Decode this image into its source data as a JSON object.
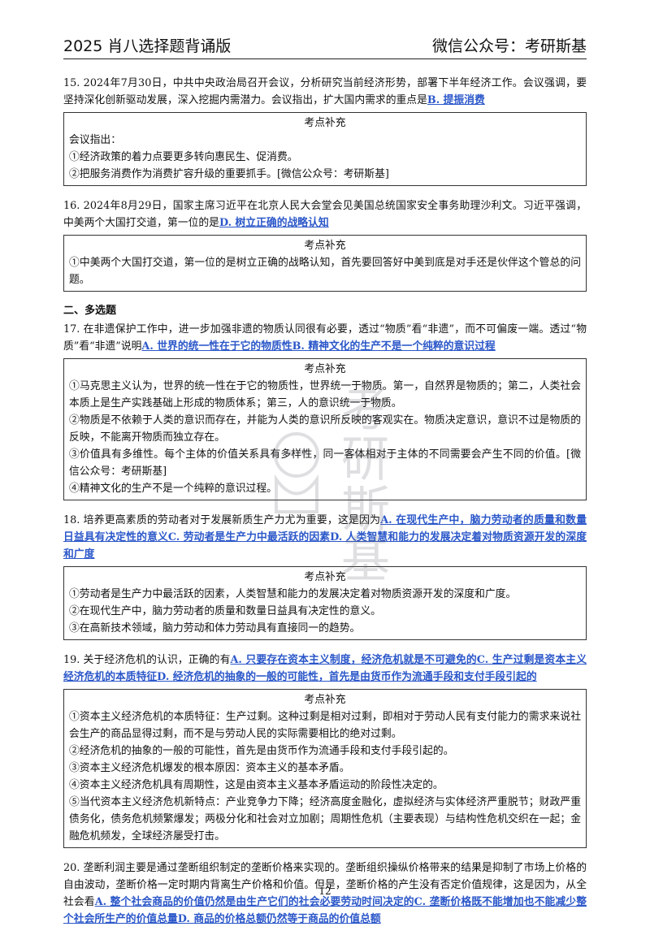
{
  "header": {
    "left": "2025 肖八选择题背诵版",
    "right": "微信公众号：考研斯基"
  },
  "questions": [
    {
      "text": "15. 2024年7月30日，中共中央政治局召开会议，分析研究当前经济形势，部署下半年经济工作。会议强调，要坚持深化创新驱动发展，深入挖掘内需潜力。会议指出，扩大国内需求的重点是",
      "answer": "B. 提振消费",
      "box_title": "考点补充",
      "box_lines": [
        "会议指出：",
        "①经济政策的着力点要更多转向惠民生、促消费。",
        "②把服务消费作为消费扩容升级的重要抓手。[微信公众号：考研斯基]"
      ]
    },
    {
      "text": "16. 2024年8月29日，国家主席习近平在北京人民大会堂会见美国总统国家安全事务助理沙利文。习近平强调，中美两个大国打交道，第一位的是",
      "answer": "D. 树立正确的战略认知",
      "box_title": "考点补充",
      "box_lines": [
        "①中美两个大国打交道，第一位的是树立正确的战略认知，首先要回答好中美到底是对手还是伙伴这个管总的问题。"
      ]
    },
    {
      "text": "17. 在非遗保护工作中，进一步加强非遗的物质认同很有必要，透过“物质”看“非遗”，而不可偏废一端。透过“物质”看“非遗”说明",
      "answer": "A. 世界的统一性在于它的物质性B. 精神文化的生产不是一个纯粹的意识过程",
      "box_title": "考点补充",
      "box_lines": [
        "①马克思主义认为，世界的统一性在于它的物质性，世界统一于物质。第一，自然界是物质的；第二，人类社会本质上是生产实践基础上形成的物质体系；第三，人的意识统一于物质。",
        "②物质是不依赖于人类的意识而存在，并能为人类的意识所反映的客观实在。物质决定意识，意识不过是物质的反映，不能离开物质而独立存在。",
        "③价值具有多维性。每个主体的价值关系具有多样性，同一客体相对于主体的不同需要会产生不同的价值。[微信公众号：考研斯基]",
        "④精神文化的生产不是一个纯粹的意识过程。"
      ]
    },
    {
      "text": "18. 培养更高素质的劳动者对于发展新质生产力尤为重要，这是因为",
      "answer": "A. 在现代生产中，脑力劳动者的质量和数量日益具有决定性的意义C. 劳动者是生产力中最活跃的因素D. 人类智慧和能力的发展决定着对物质资源开发的深度和广度",
      "box_title": "考点补充",
      "box_lines": [
        "①劳动者是生产力中最活跃的因素，人类智慧和能力的发展决定着对物质资源开发的深度和广度。",
        "②在现代生产中，脑力劳动者的质量和数量日益具有决定性的意义。",
        "③在高新技术领域，脑力劳动和体力劳动具有直接同一的趋势。"
      ]
    },
    {
      "text": "19. 关于经济危机的认识，正确的有",
      "answer": "A. 只要存在资本主义制度，经济危机就是不可避免的C. 生产过剩是资本主义经济危机的本质特征D. 经济危机的抽象的一般的可能性，首先是由货币作为流通手段和支付手段引起的",
      "box_title": "考点补充",
      "box_lines": [
        "①资本主义经济危机的本质特征：生产过剩。这种过剩是相对过剩，即相对于劳动人民有支付能力的需求来说社会生产的商品显得过剩，而不是与劳动人民的实际需要相比的绝对过剩。",
        "②经济危机的抽象的一般的可能性，首先是由货币作为流通手段和支付手段引起的。",
        "③资本主义经济危机爆发的根本原因：资本主义的基本矛盾。",
        "④资本主义经济危机具有周期性，这是由资本主义基本矛盾运动的阶段性决定的。",
        "⑤当代资本主义经济危机新特点：产业竞争力下降；经济高度金融化，虚拟经济与实体经济严重脱节；财政严重债务化，债务危机频繁爆发；两极分化和社会对立加剧；周期性危机（主要表现）与结构性危机交织在一起；金融危机频发，全球经济屡受打击。"
      ]
    },
    {
      "text": "20. 垄断利润主要是通过垄断组织制定的垄断价格来实现的。垄断组织操纵价格带来的结果是抑制了市场上价格的自由波动，垄断价格一定时期内背离生产价格和价值。但是，垄断价格的产生没有否定价值规律，这是因为，从全社会看",
      "answer": "A. 整个社会商品的价值仍然是由生产它们的社会必要劳动时间决定的C. 垄断价格既不能增加也不能减少整个社会所生产的价值总量D. 商品的价格总额仍然等于商品的价值总额"
    }
  ],
  "section_multi": "二、多选题",
  "watermark": [
    "考",
    "研",
    "斯",
    "基"
  ],
  "page_number": "12"
}
